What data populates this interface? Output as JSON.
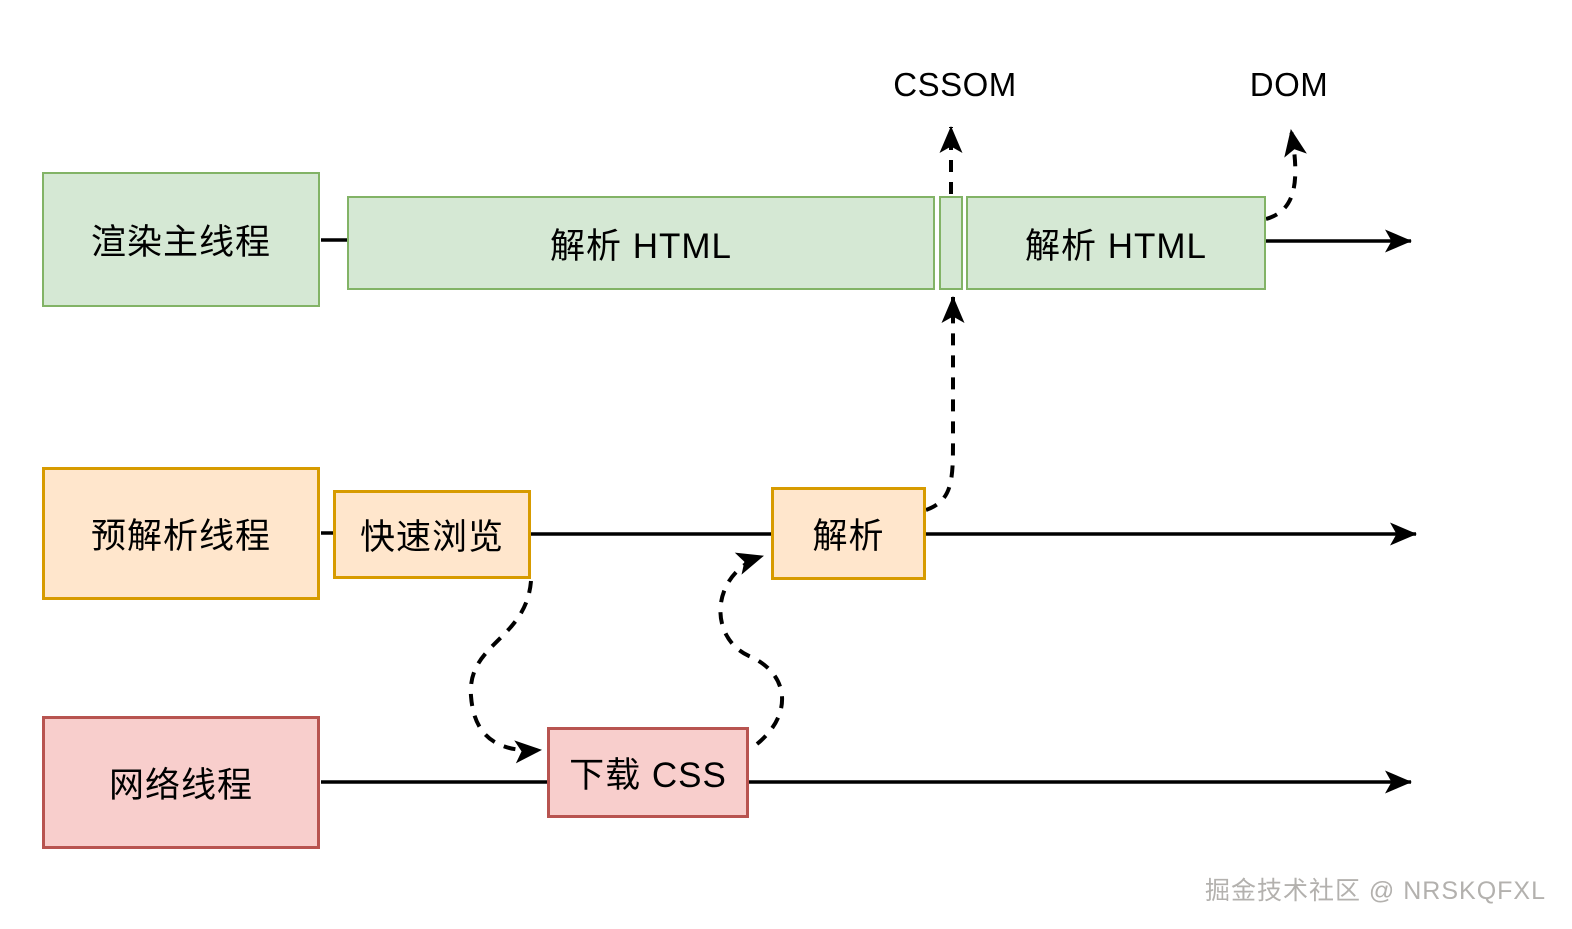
{
  "labels": {
    "cssom": "CSSOM",
    "dom": "DOM"
  },
  "rows": [
    {
      "id": "render-main-thread",
      "label": "渲染主线程",
      "tasks": [
        "解析 HTML",
        "解析 HTML"
      ]
    },
    {
      "id": "preparse-thread",
      "label": "预解析线程",
      "tasks": [
        "快速浏览",
        "解析"
      ]
    },
    {
      "id": "network-thread",
      "label": "网络线程",
      "tasks": [
        "下载 CSS"
      ]
    }
  ],
  "colors": {
    "green_fill": "#d5e8d4",
    "green_stroke": "#82b366",
    "orange_fill": "#ffe6cc",
    "orange_stroke": "#d79b00",
    "red_fill": "#f8cecc",
    "red_stroke": "#b85450",
    "line": "#000000",
    "watermark": "#b3b1ae"
  },
  "watermark": {
    "text": "掘金技术社区 @ NRSKQFXL"
  }
}
